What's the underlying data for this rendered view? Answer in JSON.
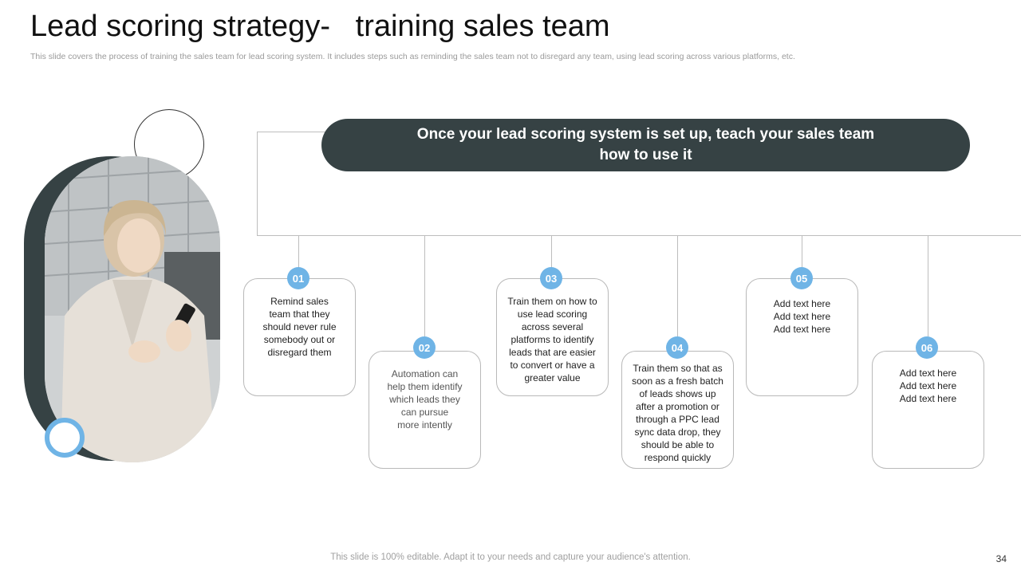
{
  "slide": {
    "title": "Lead scoring strategy-   training sales team",
    "subtitle": "This slide covers the process of training the sales team for lead scoring system. It includes steps such as reminding the sales team not to disregard any team, using lead scoring across various platforms, etc.",
    "footer": "This slide is 100% editable. Adapt it to your needs and capture your audience's attention.",
    "page_number": "34"
  },
  "banner": {
    "text": "Once your lead scoring system is set up, teach your sales team how to use it"
  },
  "steps": [
    {
      "number": "01",
      "text": "Remind sales\nteam that they\nshould never rule\nsomebody out or\ndisregard them"
    },
    {
      "number": "02",
      "text": "Automation can\nhelp them identify\nwhich leads they\ncan pursue\nmore intently"
    },
    {
      "number": "03",
      "text": "Train them on how to\nuse lead scoring\nacross several\nplatforms to identify\nleads that are easier\nto convert or have a\ngreater value"
    },
    {
      "number": "04",
      "text": "Train them so that as\nsoon as a fresh batch\nof leads shows up\nafter a promotion or\nthrough a PPC lead\nsync data drop, they\nshould be able to\nrespond quickly"
    },
    {
      "number": "05",
      "text": "Add text here\nAdd text here\nAdd text here"
    },
    {
      "number": "06",
      "text": "Add text here\nAdd text here\nAdd text here"
    }
  ],
  "colors": {
    "accent_blue": "#6fb4e6",
    "dark_slate": "#364244"
  }
}
